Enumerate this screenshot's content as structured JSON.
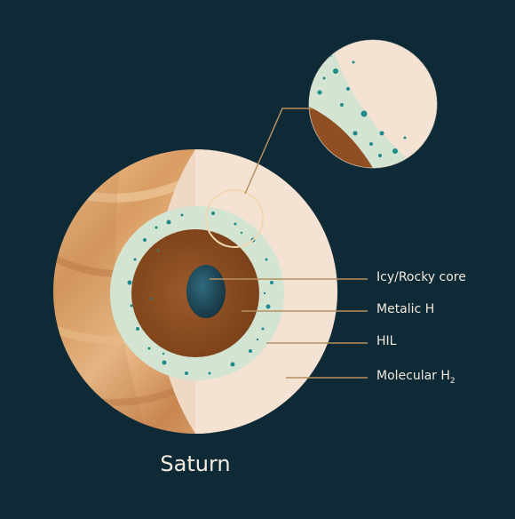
{
  "title": "Saturn",
  "layers": [
    {
      "label": "Icy/Rocky core",
      "sub": ""
    },
    {
      "label": "Metalic H",
      "sub": ""
    },
    {
      "label": "HIL",
      "sub": ""
    },
    {
      "label": "Molecular H",
      "sub": "2"
    }
  ],
  "colors": {
    "background": "#0f2a37",
    "leader_line": "#b8905e",
    "molecular_h2": "#f4e2d2",
    "hil_layer": "#d3e4d3",
    "metallic_h": "#8f4f22",
    "core": "#1f4656",
    "teal_dots": "#1f8a8a",
    "surface_band": "#d69a62"
  }
}
